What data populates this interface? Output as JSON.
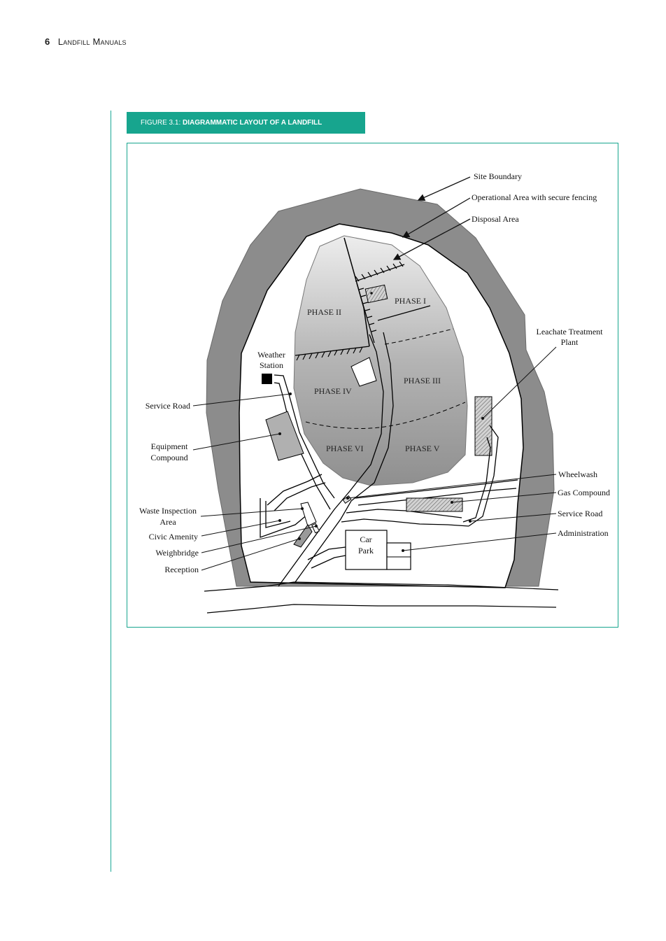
{
  "header": {
    "page_number": "6",
    "journal": "Landfill Manuals"
  },
  "figure": {
    "number": "FIGURE 3.1:",
    "title": "DIAGRAMMATIC LAYOUT OF A LANDFILL",
    "labels": {
      "site_boundary": "Site Boundary",
      "operational_area": "Operational Area with secure fencing",
      "disposal_area": "Disposal Area",
      "leachate_1": "Leachate Treatment",
      "leachate_2": "Plant",
      "weather_1": "Weather",
      "weather_2": "Station",
      "service_road_left": "Service Road",
      "equipment_1": "Equipment",
      "equipment_2": "Compound",
      "waste_inspection_1": "Waste Inspection",
      "waste_inspection_2": "Area",
      "civic_amenity": "Civic Amenity",
      "weighbridge": "Weighbridge",
      "reception": "Reception",
      "wheelwash": "Wheelwash",
      "gas_compound": "Gas Compound",
      "service_road_right": "Service Road",
      "administration": "Administration",
      "car_park_1": "Car",
      "car_park_2": "Park"
    },
    "phases": {
      "p1": "PHASE I",
      "p2": "PHASE II",
      "p3": "PHASE III",
      "p4": "PHASE IV",
      "p5": "PHASE V",
      "p6": "PHASE VI"
    }
  }
}
